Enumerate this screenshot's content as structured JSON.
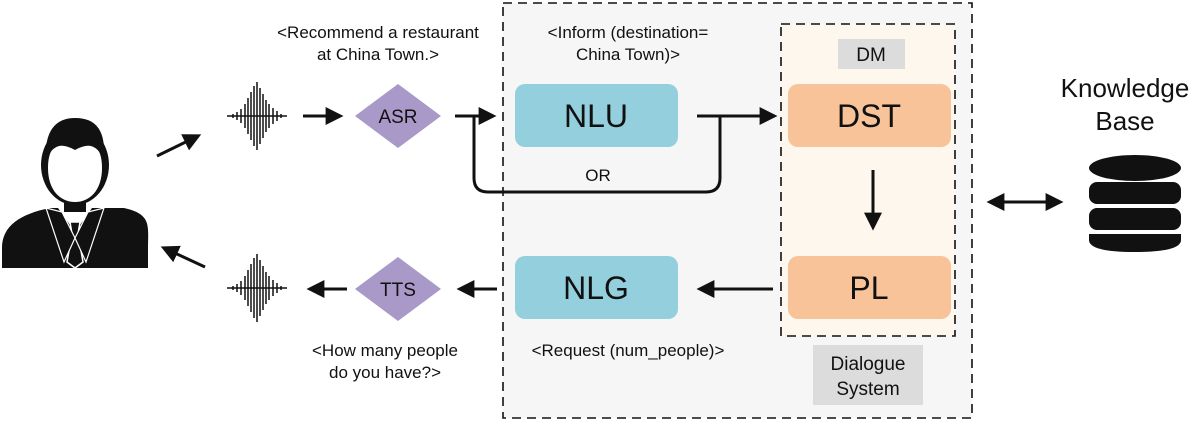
{
  "user_input_caption": [
    "<Recommend a restaurant",
    "at China Town.>"
  ],
  "nlu_output_caption": [
    "<Inform (destination=",
    "China Town)>"
  ],
  "system_output_caption": [
    "<How many people",
    "do you have?>"
  ],
  "nlg_input_caption": "<Request (num_people)>",
  "asr_label": "ASR",
  "tts_label": "TTS",
  "nlu_label": "NLU",
  "nlg_label": "NLG",
  "dst_label": "DST",
  "pl_label": "PL",
  "dm_label": "DM",
  "or_label": "OR",
  "dialogue_system_label": [
    "Dialogue",
    "System"
  ],
  "knowledge_base_label": [
    "Knowledge",
    "Base"
  ],
  "colors": {
    "nlu_nlg_fill": "#93cfdc",
    "dst_pl_fill": "#f8c398",
    "diamond_fill": "#a999c8",
    "tag_fill": "#dcdcdc",
    "system_bg": "#f6f6f6",
    "dm_bg": "#fdf7ee"
  }
}
